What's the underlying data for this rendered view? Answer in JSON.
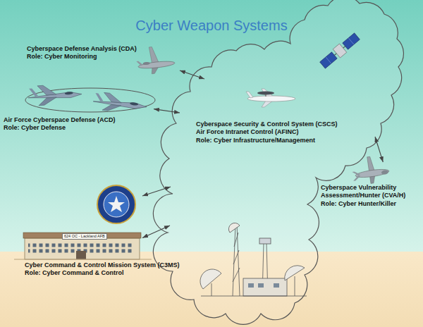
{
  "diagram": {
    "title": "Cyber Weapon Systems",
    "nodes": [
      {
        "text": [
          "Cyberspace Defense Analysis (CDA)",
          "Role: Cyber Monitoring"
        ]
      },
      {
        "text": [
          "Air Force Cyberspace Defense (ACD)",
          "Role: Cyber Defense"
        ]
      },
      {
        "text": [
          "Cyberspace Security & Control System (CSCS)",
          "Air Force Intranet Control (AFINC)",
          "Role: Cyber Infrastructure/Management"
        ]
      },
      {
        "text": [
          "Cyberspace Vulnerability Assessment/Hunter (CVA/H)",
          "Role: Cyber Hunter/Killer"
        ]
      },
      {
        "text": [
          "Cyber Command & Control Mission System (C3MS)",
          "Role: Cyber Command & Control"
        ]
      }
    ],
    "edges": [
      {
        "from": 0,
        "to": 2,
        "arrow": "both"
      },
      {
        "from": 1,
        "to": 2,
        "arrow": "both"
      },
      {
        "from": 2,
        "to": 3,
        "arrow": "both"
      },
      {
        "from": 4,
        "to": 2,
        "arrow": "both"
      },
      {
        "from": 4,
        "to": 2,
        "arrow": "both"
      }
    ],
    "labels": [
      "624 OC - Lackland AFB"
    ]
  }
}
